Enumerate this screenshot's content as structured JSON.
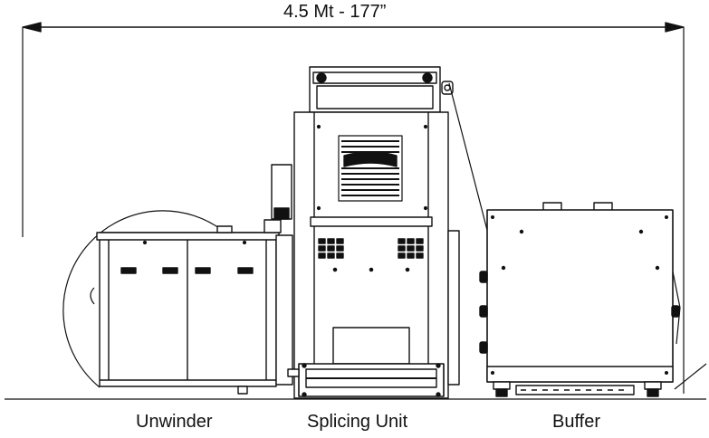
{
  "dimension": {
    "label": "4.5 Mt - 177”"
  },
  "units": [
    {
      "id": "unwinder",
      "label": "Unwinder"
    },
    {
      "id": "splicing",
      "label": "Splicing Unit"
    },
    {
      "id": "buffer",
      "label": "Buffer"
    }
  ],
  "colors": {
    "line": "#111111",
    "fill": "#ffffff"
  }
}
